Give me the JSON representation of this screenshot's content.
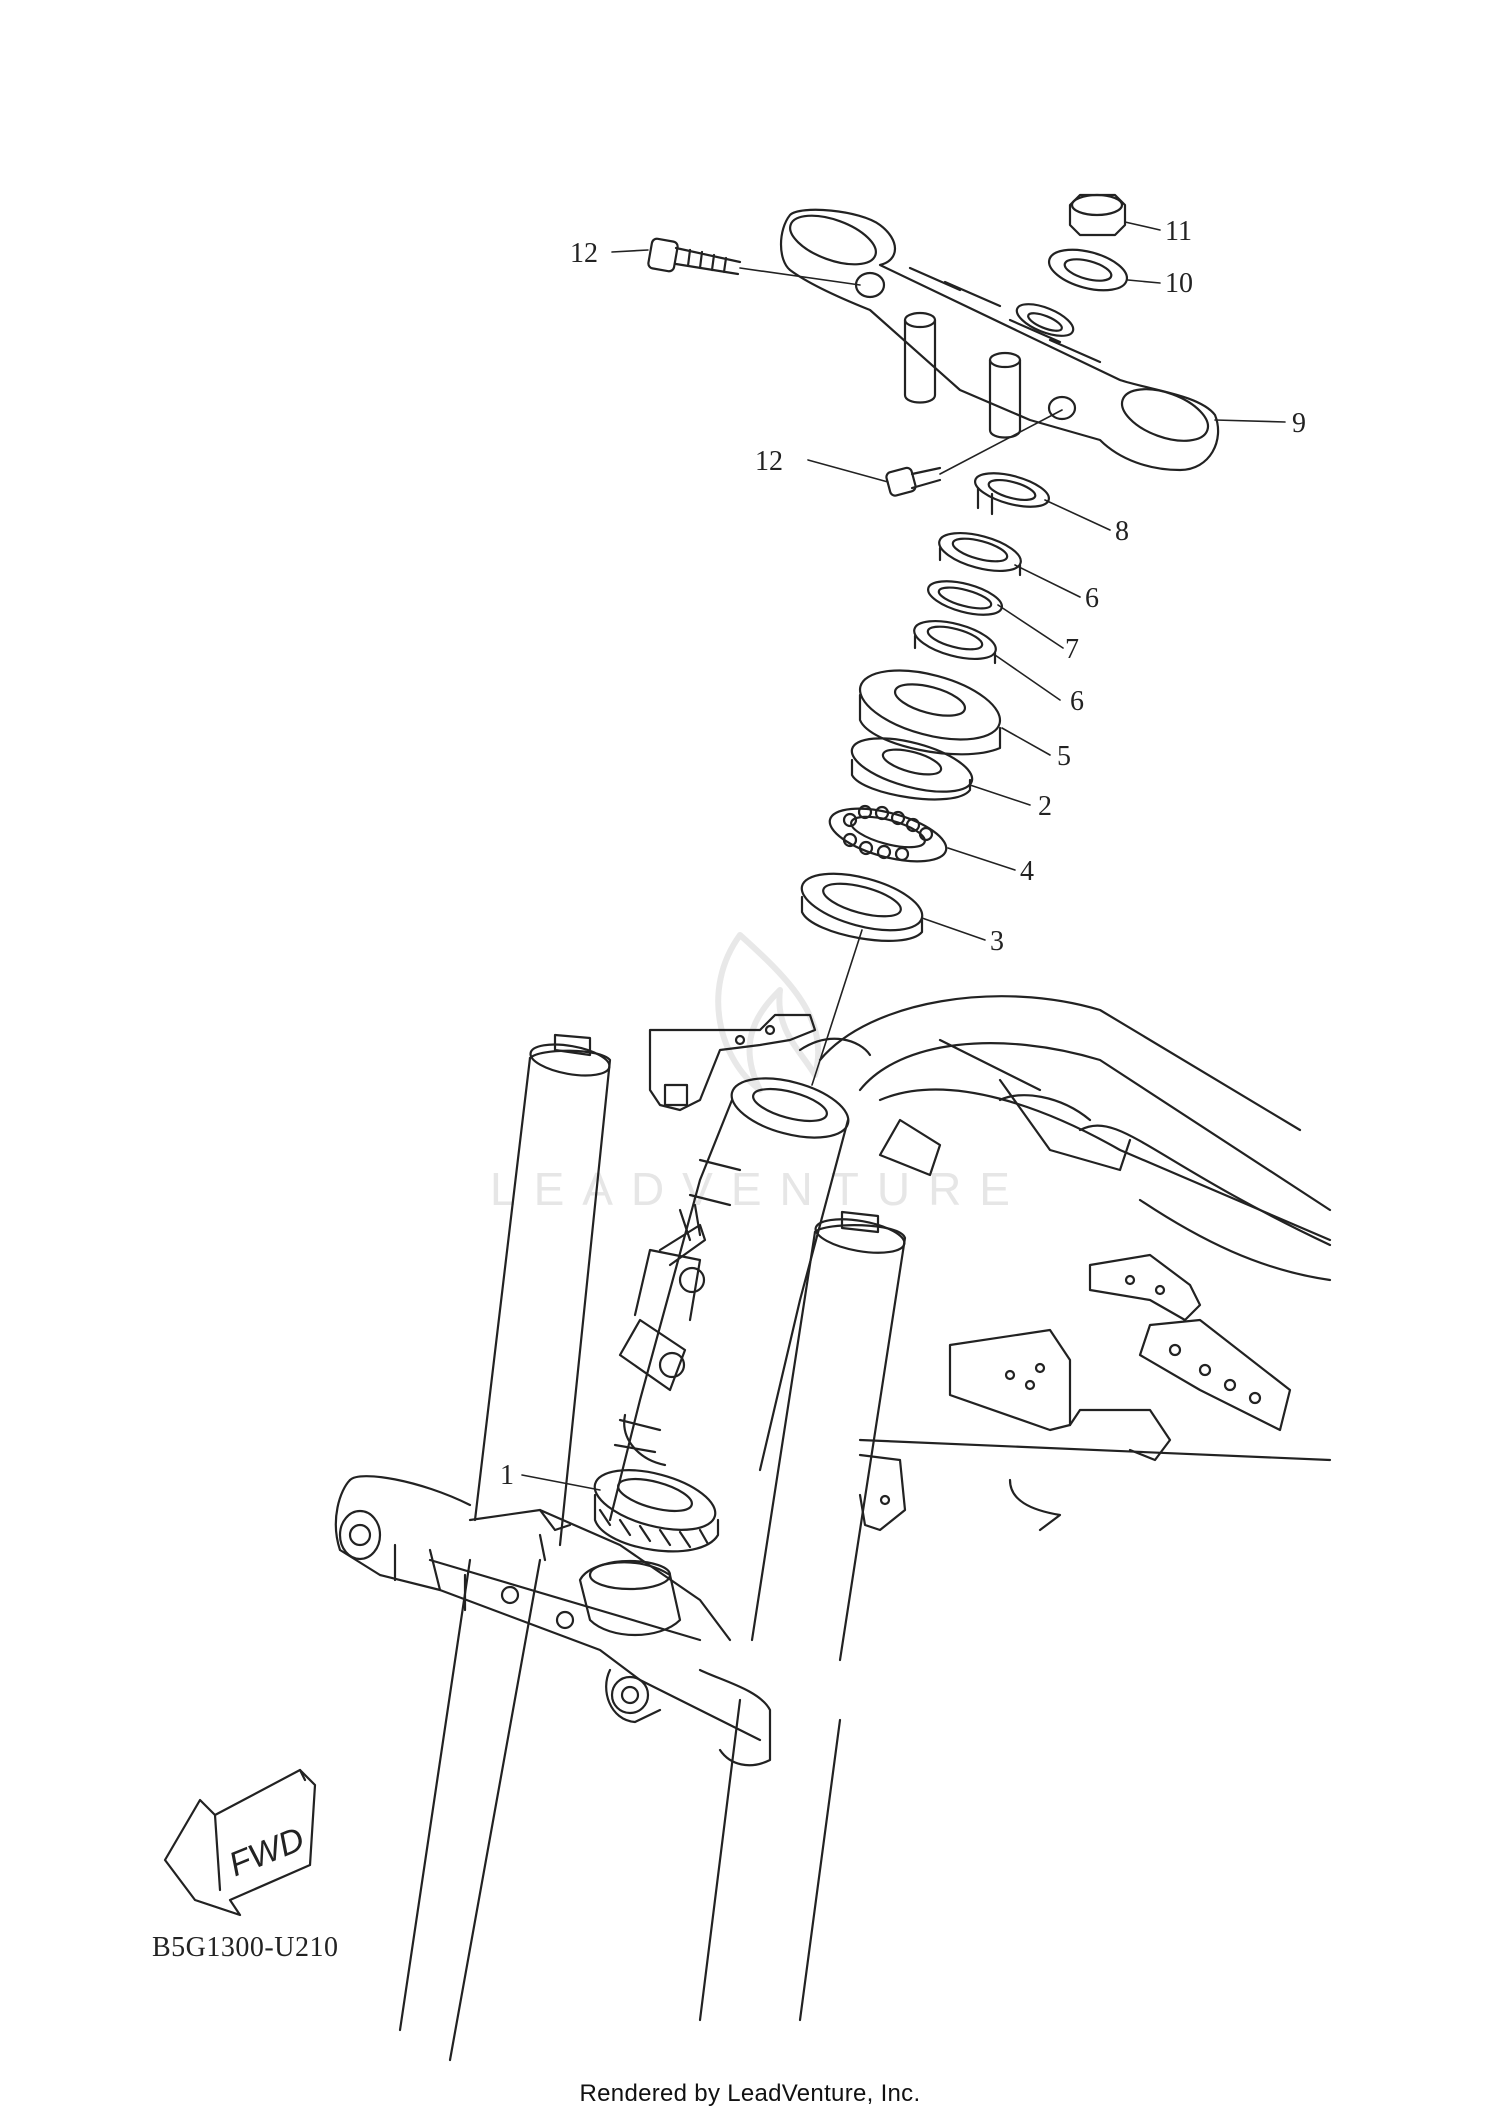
{
  "diagram_code": "B5G1300-U210",
  "render_credit": "Rendered by LeadVenture, Inc.",
  "watermark": "LEADVENTURE",
  "direction_arrow": "FWD",
  "callouts": [
    "1",
    "2",
    "3",
    "4",
    "5",
    "6",
    "6",
    "7",
    "8",
    "9",
    "10",
    "11",
    "12",
    "12"
  ]
}
